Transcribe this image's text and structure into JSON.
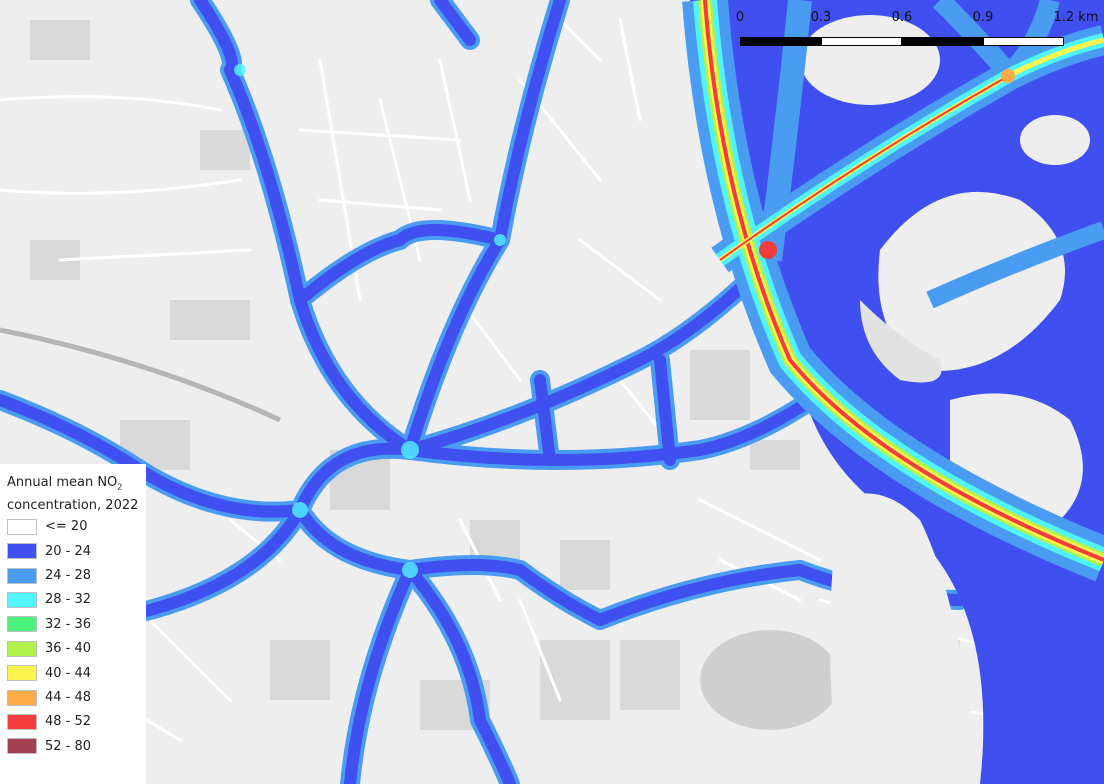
{
  "legend": {
    "title_main": "Annual mean NO",
    "title_sub": "2",
    "title_tail": "concentration, 2022",
    "classes": [
      {
        "label": "<= 20",
        "color": "#ffffff"
      },
      {
        "label": "20 - 24",
        "color": "#3f4ff0"
      },
      {
        "label": "24 - 28",
        "color": "#4a9bf2"
      },
      {
        "label": "28 - 32",
        "color": "#4ff4ff"
      },
      {
        "label": "32 - 36",
        "color": "#4cf07c"
      },
      {
        "label": "36 - 40",
        "color": "#b2f04a"
      },
      {
        "label": "40 - 44",
        "color": "#fbf44e"
      },
      {
        "label": "44 - 48",
        "color": "#fbab48"
      },
      {
        "label": "48 - 52",
        "color": "#f33c3c"
      },
      {
        "label": "52 - 80",
        "color": "#a04050"
      }
    ]
  },
  "scalebar": {
    "labels": [
      "0",
      "0.3",
      "0.6",
      "0.9",
      "1.2 km"
    ]
  },
  "colors": {
    "base_map": "#eeeeee",
    "road_minor": "#ffffff",
    "no2_low": "#3f4ff0",
    "no2_mid": "#4a9bf2",
    "no2_cyan": "#4ff4ff",
    "no2_green": "#b2f04a",
    "no2_yellow": "#fbf44e",
    "no2_red": "#f33c3c"
  }
}
